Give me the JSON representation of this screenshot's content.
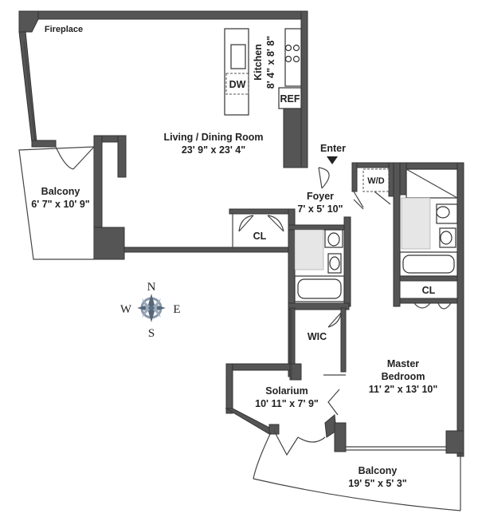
{
  "rooms": {
    "fireplace": "Fireplace",
    "kitchen_name": "Kitchen",
    "kitchen_dims": "8' 4\" x 8' 8\"",
    "dw": "DW",
    "ref": "REF",
    "living_name": "Living / Dining Room",
    "living_dims": "23' 9\" x 23' 4\"",
    "enter": "Enter",
    "wd": "W/D",
    "foyer_name": "Foyer",
    "foyer_dims": "7' x 5' 10\"",
    "balcony_w_name": "Balcony",
    "balcony_w_dims": "6' 7\" x 10' 9\"",
    "cl_living": "CL",
    "cl_master": "CL",
    "wic": "WIC",
    "master_line1": "Master",
    "master_line2": "Bedroom",
    "master_dims": "11' 2\" x 13' 10\"",
    "solarium_name": "Solarium",
    "solarium_dims": "10' 11\" x 7' 9\"",
    "balcony_s_name": "Balcony",
    "balcony_s_dims": "19' 5\" x 5' 3\""
  },
  "compass": {
    "n": "N",
    "s": "S",
    "e": "E",
    "w": "W"
  }
}
